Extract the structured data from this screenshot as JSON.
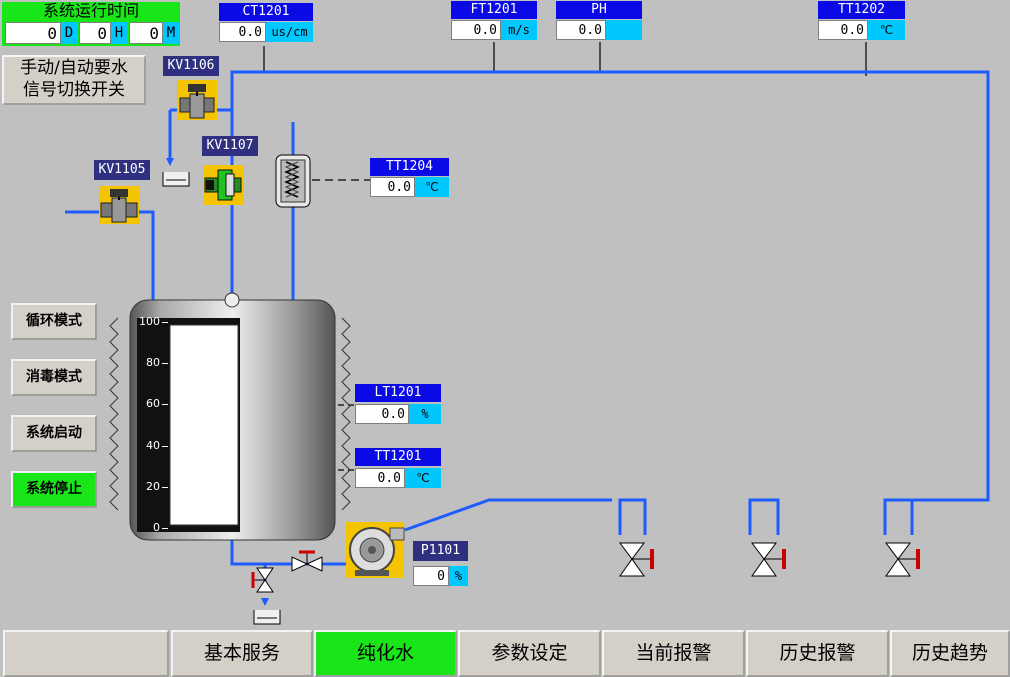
{
  "runtime": {
    "title": "系统运行时间",
    "days": "0",
    "days_unit": "D",
    "hours": "0",
    "hours_unit": "H",
    "minutes": "0",
    "minutes_unit": "M"
  },
  "switch_button": {
    "line1": "手动/自动要水",
    "line2": "信号切换开关"
  },
  "valves": {
    "kv1106": "KV1106",
    "kv1107": "KV1107",
    "kv1105": "KV1105"
  },
  "instruments": {
    "ct1201": {
      "tag": "CT1201",
      "value": "0.0",
      "unit": "us/cm"
    },
    "ft1201": {
      "tag": "FT1201",
      "value": "0.0",
      "unit": "m/s"
    },
    "ph": {
      "tag": "PH",
      "value": "0.0",
      "unit": ""
    },
    "tt1202": {
      "tag": "TT1202",
      "value": "0.0",
      "unit": "℃"
    },
    "tt1204": {
      "tag": "TT1204",
      "value": "0.0",
      "unit": "℃"
    },
    "lt1201": {
      "tag": "LT1201",
      "value": "0.0",
      "unit": "%"
    },
    "tt1201": {
      "tag": "TT1201",
      "value": "0.0",
      "unit": "℃"
    },
    "p1101": {
      "tag": "P1101",
      "value": "0",
      "unit": "%"
    }
  },
  "tank": {
    "scale": [
      "100",
      "80",
      "60",
      "40",
      "20",
      "0"
    ],
    "level_percent": 0
  },
  "mode_buttons": {
    "cycle": "循环模式",
    "disinfect": "消毒模式",
    "start": "系统启动",
    "stop": "系统停止"
  },
  "tabs": {
    "basic": "基本服务",
    "pure_water": "纯化水",
    "params": "参数设定",
    "current_alarm": "当前报警",
    "history_alarm": "历史报警",
    "history_trend": "历史趋势"
  },
  "colors": {
    "pipe": "#1e5cff",
    "active": "#19e619",
    "tag": "#0a0ae6",
    "unit": "#00c8ff"
  }
}
